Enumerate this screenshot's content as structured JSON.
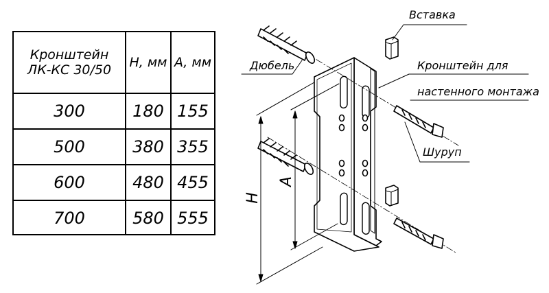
{
  "table": {
    "header": {
      "name_line1": "Кронштейн",
      "name_line2": "ЛК-КС 30/50",
      "h": "H, мм",
      "a": "A, мм"
    },
    "rows": [
      {
        "model": "300",
        "h": "180",
        "a": "155"
      },
      {
        "model": "500",
        "h": "380",
        "a": "355"
      },
      {
        "model": "600",
        "h": "480",
        "a": "455"
      },
      {
        "model": "700",
        "h": "580",
        "a": "555"
      }
    ]
  },
  "labels": {
    "insert": "Вставка",
    "dowel": "Дюбель",
    "bracket_line1": "Кронштейн для",
    "bracket_line2": "настенного монтажа",
    "screw": "Шуруп",
    "dim_h": "H",
    "dim_a": "A"
  }
}
